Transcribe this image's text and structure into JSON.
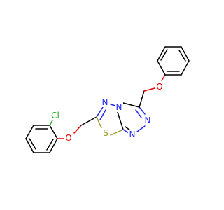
{
  "molecule": {
    "atoms": {
      "chlorine": {
        "symbol": "Cl",
        "color": "#1fa71f"
      },
      "ether_oxygen_left": {
        "symbol": "O",
        "color": "#e60000"
      },
      "ether_oxygen_right": {
        "symbol": "O",
        "color": "#e60000"
      },
      "sulfur": {
        "symbol": "S",
        "color": "#9a9a2a"
      },
      "nitrogen_thiadiazole": {
        "symbol": "N",
        "color": "#1d26f0"
      },
      "nitrogen_bridge": {
        "symbol": "N",
        "color": "#1d26f0"
      },
      "nitrogen_triazole_upper": {
        "symbol": "N",
        "color": "#1d26f0"
      },
      "nitrogen_triazole_lower": {
        "symbol": "N",
        "color": "#1d26f0"
      }
    },
    "bond_color": "#000000"
  }
}
